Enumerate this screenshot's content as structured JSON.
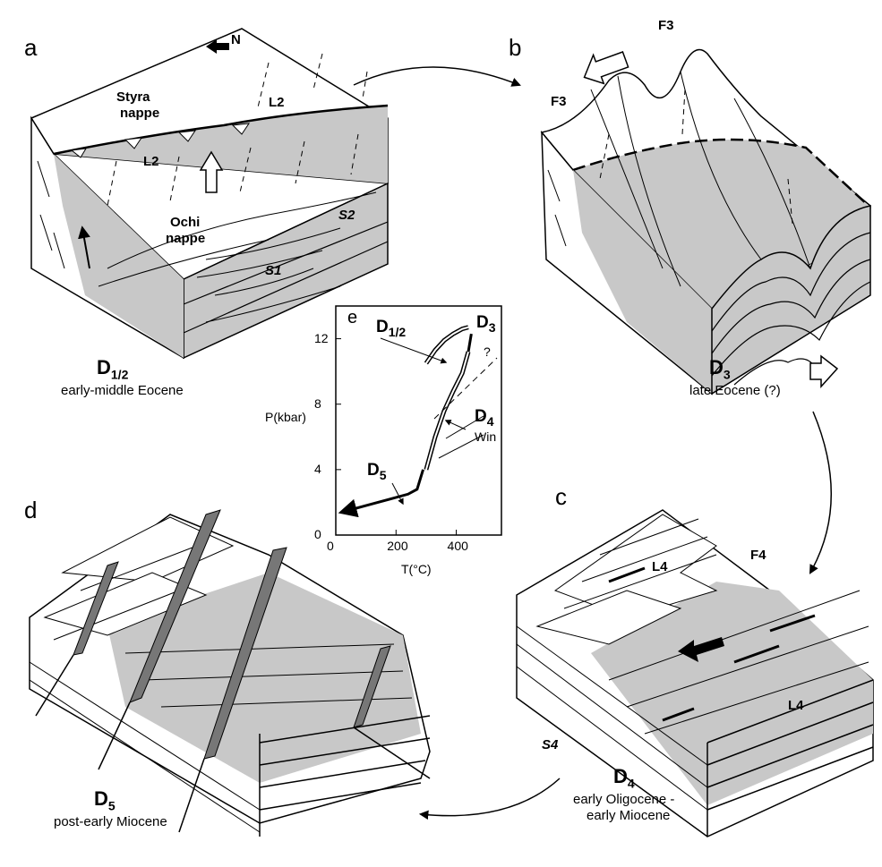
{
  "panels": {
    "a": {
      "letter": "a",
      "phase": "D",
      "phase_sub": "1/2",
      "age": "early-middle Eocene",
      "labels": {
        "styra": "Styra",
        "styra2": "nappe",
        "ochi": "Ochi",
        "ochi2": "nappe",
        "l2a": "L2",
        "l2b": "L2",
        "s1": "S1",
        "s2": "S2",
        "north": "N"
      }
    },
    "b": {
      "letter": "b",
      "phase": "D",
      "phase_sub": "3",
      "age": "late Eocene (?)",
      "labels": {
        "f3a": "F3",
        "f3b": "F3"
      }
    },
    "c": {
      "letter": "c",
      "phase": "D",
      "phase_sub": "4",
      "age_line1": "early Oligocene -",
      "age_line2": "early Miocene",
      "labels": {
        "l4a": "L4",
        "l4b": "L4",
        "f4": "F4",
        "s4": "S4"
      }
    },
    "d": {
      "letter": "d",
      "phase": "D",
      "phase_sub": "5",
      "age": "post-early Miocene"
    },
    "e": {
      "letter": "e"
    }
  },
  "chart_data": {
    "type": "line",
    "xlabel": "T(°C)",
    "ylabel": "P(kbar)",
    "xlim": [
      0,
      550
    ],
    "ylim": [
      0,
      14
    ],
    "xticks": [
      0,
      200,
      400
    ],
    "yticks": [
      0,
      4,
      8,
      12
    ],
    "series": [
      {
        "name": "D1/2",
        "x": [
          300,
          330,
          360,
          390,
          420,
          440
        ],
        "y": [
          10.5,
          11.3,
          11.9,
          12.3,
          12.6,
          12.7
        ]
      },
      {
        "name": "D3",
        "x": [
          440,
          450
        ],
        "y": [
          11.2,
          12.3
        ]
      },
      {
        "name": "D4",
        "x": [
          300,
          330,
          360,
          390,
          420,
          440
        ],
        "y": [
          4.0,
          6.0,
          7.6,
          8.8,
          9.9,
          11.2
        ]
      },
      {
        "name": "D5",
        "x": [
          20,
          100,
          180,
          240,
          270,
          290
        ],
        "y": [
          1.4,
          1.8,
          2.2,
          2.5,
          2.8,
          4.0
        ]
      }
    ],
    "annotations": {
      "d12": "D",
      "d12_sub": "1/2",
      "d3": "D",
      "d3_sub": "3",
      "d4": "D",
      "d4_sub": "4",
      "d5": "D",
      "d5_sub": "5",
      "win": "Win",
      "q": "?",
      "panel": "e"
    }
  }
}
